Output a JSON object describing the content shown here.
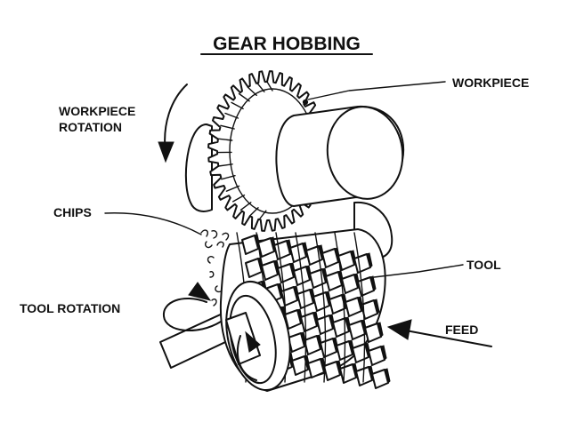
{
  "title": "GEAR HOBBING",
  "labels": {
    "workpiece": "WORKPIECE",
    "workpiece_rotation_line1": "WORKPIECE",
    "workpiece_rotation_line2": "ROTATION",
    "chips": "CHIPS",
    "tool": "TOOL",
    "tool_rotation": "TOOL ROTATION",
    "feed": "FEED"
  },
  "colors": {
    "ink": "#111111",
    "paper": "#ffffff"
  }
}
